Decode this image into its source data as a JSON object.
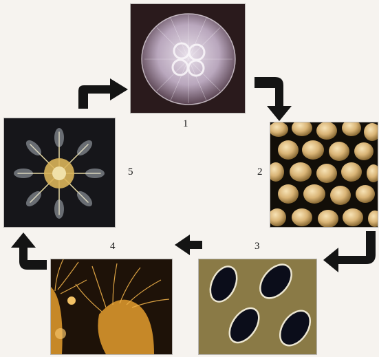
{
  "stages": [
    {
      "label": "1",
      "subject": "medusa"
    },
    {
      "label": "2",
      "subject": "eggs"
    },
    {
      "label": "3",
      "subject": "planula larvae"
    },
    {
      "label": "4",
      "subject": "polyps"
    },
    {
      "label": "5",
      "subject": "ephyra"
    }
  ],
  "colors": {
    "background": "#f6f3ef",
    "arrow": "#141414",
    "panel_dark": "#151515",
    "egg": "#d9b476",
    "planula_bg": "#8a7a46",
    "polyp": "#e0a040"
  }
}
